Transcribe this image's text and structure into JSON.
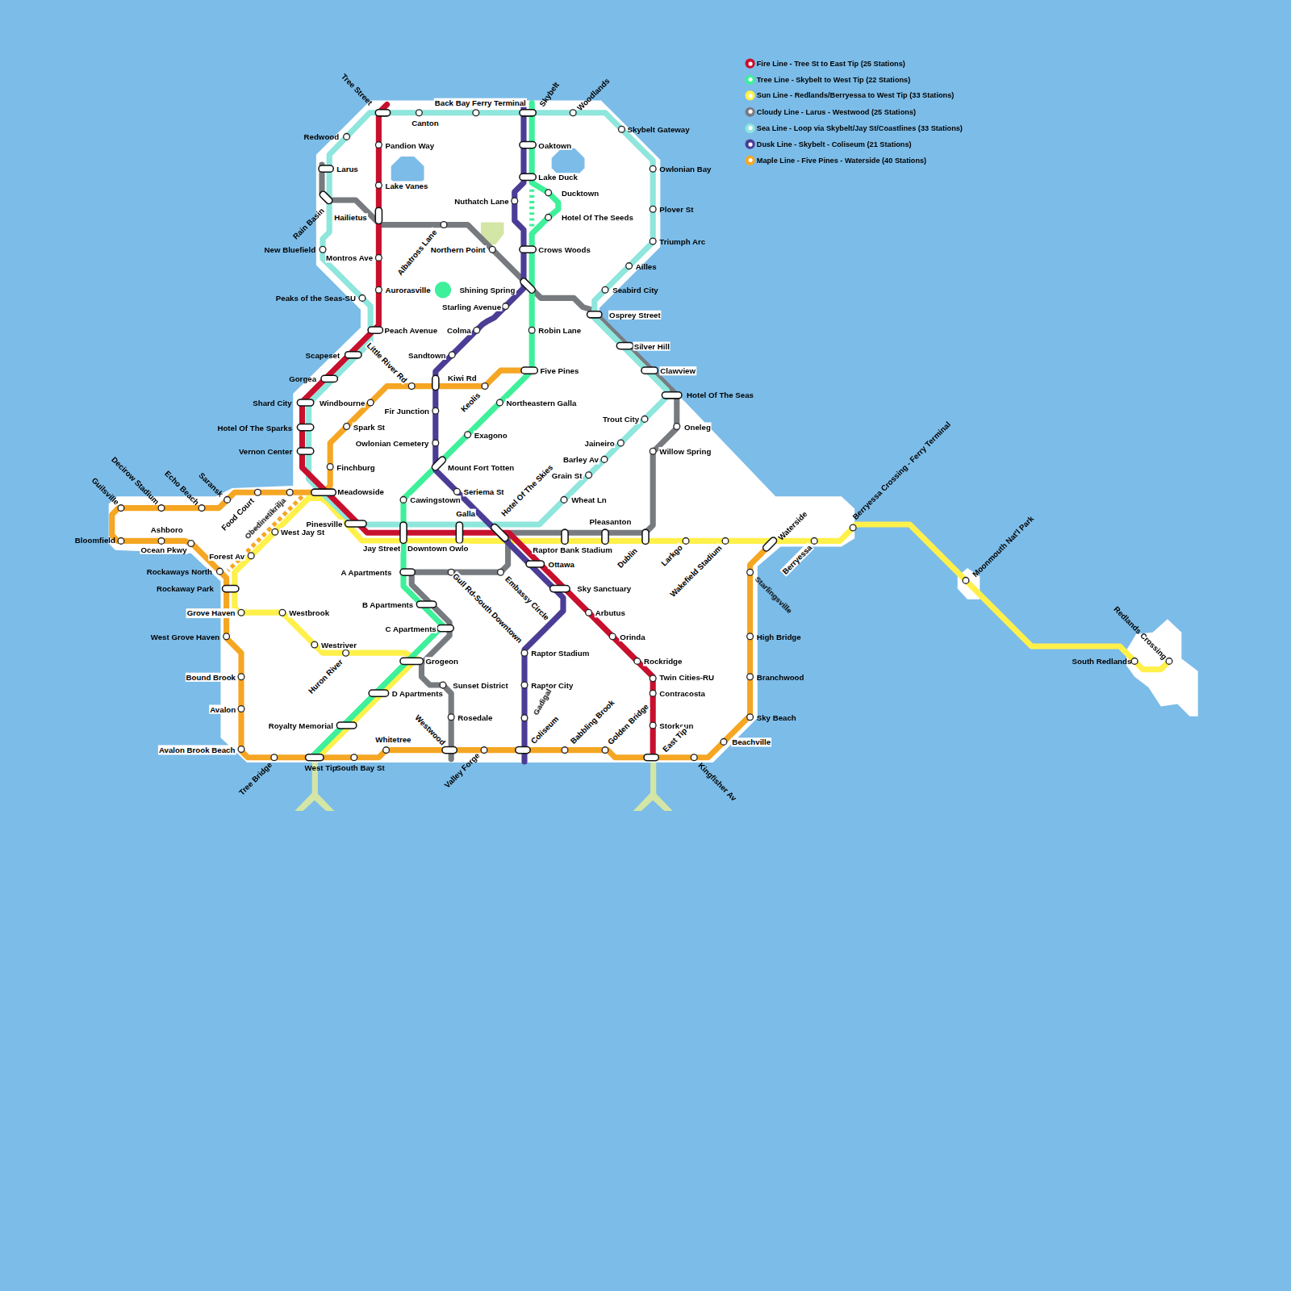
{
  "diagram": {
    "labels": [
      "Tree Street",
      "Back Bay Ferry Terminal",
      "Skybelt",
      "Woodlands",
      "Canton",
      "Skybelt Gateway",
      "Redwood",
      "Pandion Way",
      "Oaktown",
      "Larus",
      "Owlonian Bay",
      "Lake Vanes",
      "Lake Duck",
      "Ducktown",
      "Nuthatch Lane",
      "Hailietus",
      "Hotel Of The Seeds",
      "Plover St",
      "Rain Basin",
      "Albatross Lane",
      "Northern Point",
      "Crows Woods",
      "Triumph Arc",
      "New Bluefield",
      "Montros Ave",
      "Ailles",
      "Aurorasville",
      "Shining Spring",
      "Seabird City",
      "Peaks of the Seas-SU",
      "Starling Avenue",
      "Osprey Street",
      "Colma",
      "Peach Avenue",
      "Robin Lane",
      "Silver Hill",
      "Little River Rd",
      "Scapeset",
      "Sandtown",
      "Clawview",
      "Five Pines",
      "Gorgea",
      "Kiwi Rd",
      "Keolis",
      "Hotel Of The Seas",
      "Shard City",
      "Windbourne",
      "Fir Junction",
      "Northeastern Galla",
      "Trout City",
      "Hotel Of The Sparks",
      "Spark St",
      "Oneleg",
      "Exagono",
      "Owlonian Cemetery",
      "Jaineiro",
      "Vernon Center",
      "Willow Spring",
      "Barley Av",
      "Finchburg",
      "Mount Fort Totten",
      "Grain St",
      "Hotel Of The Skies",
      "Seriema St",
      "Meadowside",
      "Wheat Ln",
      "Cawingstown",
      "Guilsville",
      "Decirow Stadium",
      "Echo Beach",
      "Saransk",
      "Food Court",
      "Obedinetikrilja",
      "Galla",
      "Pinesville",
      "Pleasanton",
      "Ashboro",
      "West Jay St",
      "Bloomfield",
      "Jay Street",
      "Downtown Owlo",
      "Raptor Bank Stadium",
      "Ocean Pkwy",
      "Forest Av",
      "Dublin",
      "Larkgo",
      "Wakefield Stadium",
      "Waterside",
      "Berryessa",
      "Berryessa Crossing - Ferry Terminal",
      "Moonmouth Nat'l Park",
      "Ottawa",
      "A Apartments",
      "Rockaways North",
      "Gull Rd-South Downtown",
      "Embassy Circle",
      "Starlingsville",
      "Rockaway Park",
      "Sky Sanctuary",
      "B Apartments",
      "Grove Haven",
      "Westbrook",
      "Arbutus",
      "C Apartments",
      "Redlands Crossing",
      "West Grove Haven",
      "Orinda",
      "High Bridge",
      "Westriver",
      "Raptor Stadium",
      "Grogeon",
      "Rockridge",
      "South Redlands",
      "Huron River",
      "Bound Brook",
      "Sunset District",
      "Raptor City",
      "Twin Cities-RU",
      "Branchwood",
      "D Apartments",
      "Contracosta",
      "Gadigal",
      "Avalon",
      "Rosedale",
      "Sky Beach",
      "Royalty Memorial",
      "Storksun",
      "Westwood",
      "Coliseum",
      "Babbling Brook",
      "Golden Bridge",
      "East Tip",
      "Whitetree",
      "Beachville",
      "Avalon Brook Beach",
      "Kingfisher Av",
      "Valley Forge",
      "Tree Bridge",
      "West Tip",
      "South Bay St"
    ],
    "legend": [
      {
        "text": "Fire Line - Tree St to East Tip (25 Stations)",
        "color": "#c8102e"
      },
      {
        "text": "Tree Line - Skybelt to West Tip (22 Stations)",
        "color": "#3ef09a"
      },
      {
        "text": "Sun Line - Redlands/Berryessa to West Tip (33 Stations)",
        "color": "#fff04a"
      },
      {
        "text": "Cloudy Line - Larus - Westwood (25 Stations)",
        "color": "#777b80"
      },
      {
        "text": "Sea Line - Loop via Skybelt/Jay St/Coastlines (33 Stations)",
        "color": "#8ee6dc"
      },
      {
        "text": "Dusk Line - Skybelt - Coliseum (21 Stations)",
        "color": "#4b3d96"
      },
      {
        "text": "Maple Line - Five Pines - Waterside (40 Stations)",
        "color": "#f5a623"
      }
    ]
  }
}
